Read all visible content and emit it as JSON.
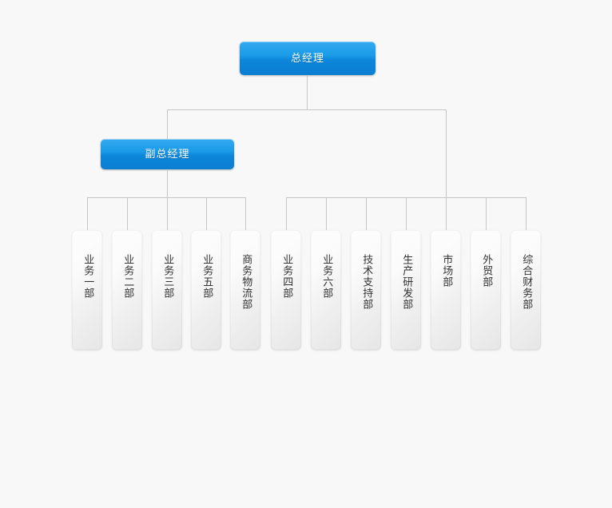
{
  "chart": {
    "title": "",
    "background_color": "#f8f8f8",
    "line_color": "#c6c6c6",
    "exec_color": "#0d86da",
    "dept_color": "#efefef",
    "levels": [
      {
        "level": 1,
        "nodes": [
          {
            "id": "general-manager",
            "label": "总经理",
            "style": "exec"
          }
        ]
      },
      {
        "level": 2,
        "nodes": [
          {
            "id": "deputy-general-manager",
            "label": "副总经理",
            "style": "exec"
          }
        ]
      },
      {
        "level": 3,
        "group_left_parent": "deputy-general-manager",
        "group_right_parent": "general-manager",
        "nodes": [
          {
            "id": "dept-0",
            "label": "业务一部",
            "style": "dept",
            "group": "left"
          },
          {
            "id": "dept-1",
            "label": "业务二部",
            "style": "dept",
            "group": "left"
          },
          {
            "id": "dept-2",
            "label": "业务三部",
            "style": "dept",
            "group": "left"
          },
          {
            "id": "dept-3",
            "label": "业务五部",
            "style": "dept",
            "group": "left"
          },
          {
            "id": "dept-4",
            "label": "商务物流部",
            "style": "dept",
            "group": "left"
          },
          {
            "id": "dept-5",
            "label": "业务四部",
            "style": "dept",
            "group": "right"
          },
          {
            "id": "dept-6",
            "label": "业务六部",
            "style": "dept",
            "group": "right"
          },
          {
            "id": "dept-7",
            "label": "技术支持部",
            "style": "dept",
            "group": "right"
          },
          {
            "id": "dept-8",
            "label": "生产研发部",
            "style": "dept",
            "group": "right"
          },
          {
            "id": "dept-9",
            "label": "市场部",
            "style": "dept",
            "group": "right"
          },
          {
            "id": "dept-10",
            "label": "外贸部",
            "style": "dept",
            "group": "right"
          },
          {
            "id": "dept-11",
            "label": "综合财务部",
            "style": "dept",
            "group": "right"
          }
        ]
      }
    ]
  },
  "chart_data": {
    "type": "diagram",
    "diagram_kind": "organization-chart",
    "orientation": "top-down",
    "node_count": 14,
    "edges": [
      {
        "from": "总经理",
        "to": "副总经理"
      },
      {
        "from": "总经理",
        "to": "业务四部"
      },
      {
        "from": "总经理",
        "to": "业务六部"
      },
      {
        "from": "总经理",
        "to": "技术支持部"
      },
      {
        "from": "总经理",
        "to": "生产研发部"
      },
      {
        "from": "总经理",
        "to": "市场部"
      },
      {
        "from": "总经理",
        "to": "外贸部"
      },
      {
        "from": "总经理",
        "to": "综合财务部"
      },
      {
        "from": "副总经理",
        "to": "业务一部"
      },
      {
        "from": "副总经理",
        "to": "业务二部"
      },
      {
        "from": "副总经理",
        "to": "业务三部"
      },
      {
        "from": "副总经理",
        "to": "业务五部"
      },
      {
        "from": "副总经理",
        "to": "商务物流部"
      }
    ]
  }
}
